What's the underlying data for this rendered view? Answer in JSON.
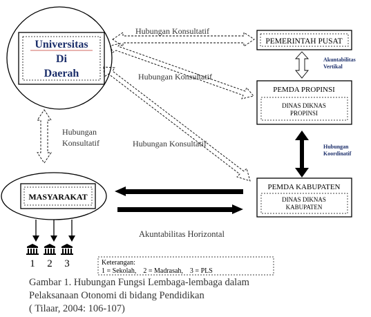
{
  "nodes": {
    "universitas": [
      "Universitas",
      "Di",
      "Daerah"
    ],
    "pemerintah_pusat": "PEMERINTAH PUSAT",
    "pemda_propinsi": {
      "title": "PEMDA PROPINSI",
      "sub": [
        "DINAS DIKNAS",
        "PROPINSI"
      ]
    },
    "pemda_kabupaten": {
      "title": "PEMDA KABUPATEN",
      "sub": [
        "DINAS DIKNAS",
        "KABUPATEN"
      ]
    },
    "masyarakat": "MASYARAKAT"
  },
  "relations": {
    "konsultatif_pusat": "Hubungan Konsultatif",
    "konsultatif_propinsi": "Hubungan Konsultatif",
    "konsultatif_kabupaten": "Hubungan Konsultatif",
    "konsultatif_masyarakat": [
      "Hubungan",
      "Konsultatif"
    ],
    "akuntabilitas_vertikal": [
      "Akuntabilitas",
      "Vertikal"
    ],
    "hubungan_koordinatif": [
      "Hubungan",
      "Koordinatif"
    ],
    "akuntabilitas_horizontal": "Akuntabilitas Horizontal"
  },
  "institutions": [
    "1",
    "2",
    "3"
  ],
  "legend": {
    "title": "Keterangan:",
    "items": "1 = Sekolah,    2 = Madrasah,    3 = PLS"
  },
  "caption": [
    "Gambar 1. Hubungan Fungsi Lembaga-lembaga dalam",
    "Pelaksanaan Otonomi di bidang Pendidikan",
    "( Tilaar, 2004: 106-107)"
  ],
  "colors": {
    "title_text": "#1c2f6b",
    "line": "#000000",
    "caption": "#333333"
  },
  "icons": [
    "building-icon",
    "building-icon",
    "building-icon"
  ]
}
